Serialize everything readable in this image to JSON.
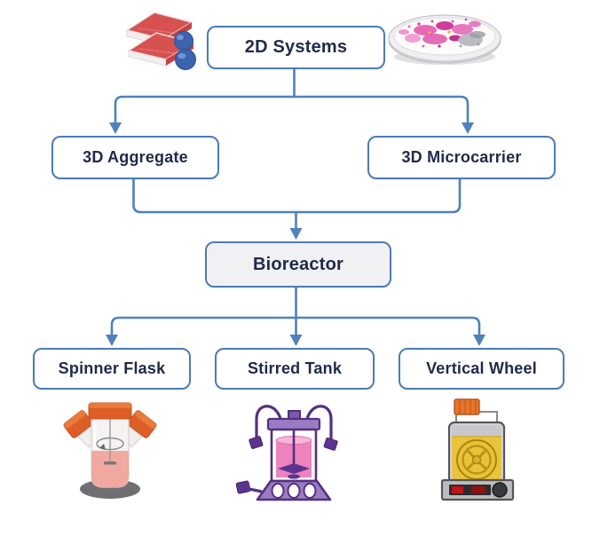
{
  "diagram": {
    "nodes": {
      "root": {
        "label": "2D Systems"
      },
      "aggregate": {
        "label": "3D Aggregate"
      },
      "microcarrier": {
        "label": "3D Microcarrier"
      },
      "bioreactor": {
        "label": "Bioreactor"
      },
      "spinner": {
        "label": "Spinner Flask"
      },
      "stirred": {
        "label": "Stirred Tank"
      },
      "vertical": {
        "label": "Vertical Wheel"
      }
    },
    "icons": {
      "flask_stack": "culture-flask-stack-icon",
      "petri_dish": "petri-dish-icon",
      "spinner_flask": "spinner-flask-icon",
      "stirred_tank": "stirred-tank-bioreactor-icon",
      "vertical_wheel": "vertical-wheel-bioreactor-icon"
    },
    "colors": {
      "connector": "#4f81bd",
      "node_border": "#4c7cb8",
      "node_text": "#1e2a4a",
      "node_fill": "#ffffff",
      "bioreactor_fill": "#f1f1f4",
      "background": "#ffffff"
    }
  }
}
